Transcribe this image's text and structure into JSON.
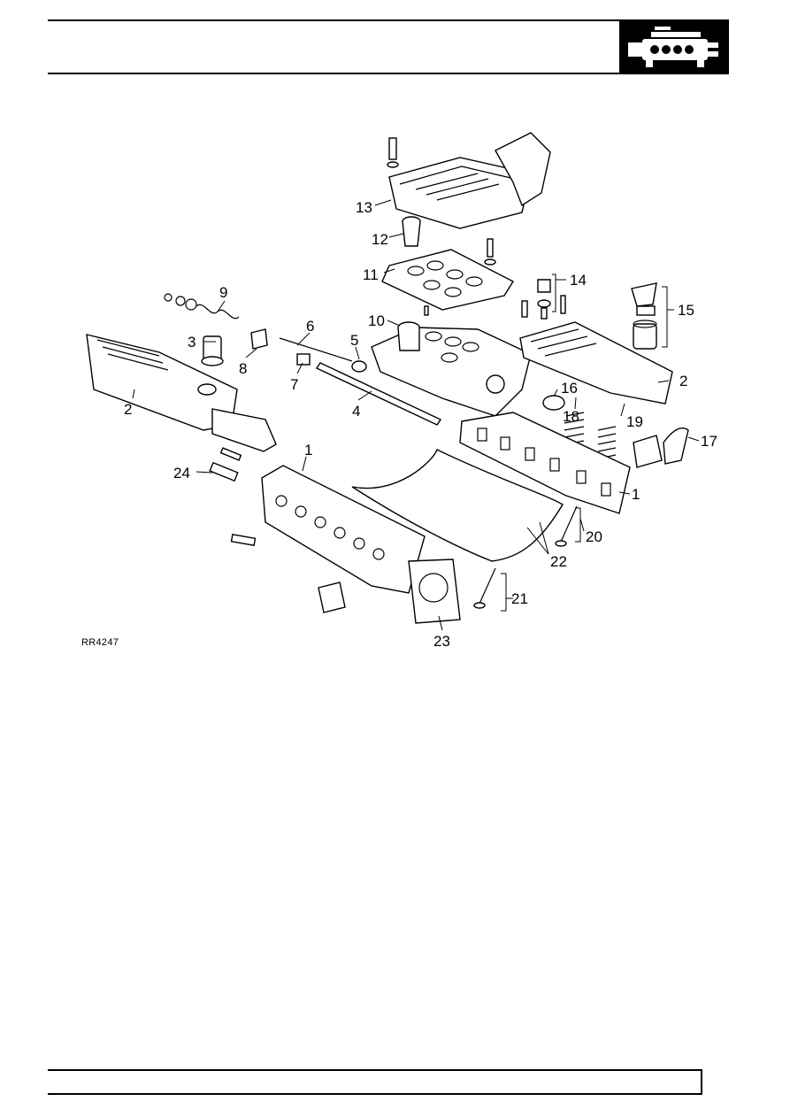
{
  "header": {
    "section_icon": "engine-icon"
  },
  "figure": {
    "reference": "RR4247",
    "callouts": [
      "1",
      "1",
      "2",
      "2",
      "3",
      "4",
      "5",
      "6",
      "7",
      "8",
      "9",
      "10",
      "11",
      "12",
      "13",
      "14",
      "15",
      "16",
      "17",
      "18",
      "19",
      "20",
      "21",
      "22",
      "23",
      "24"
    ]
  }
}
